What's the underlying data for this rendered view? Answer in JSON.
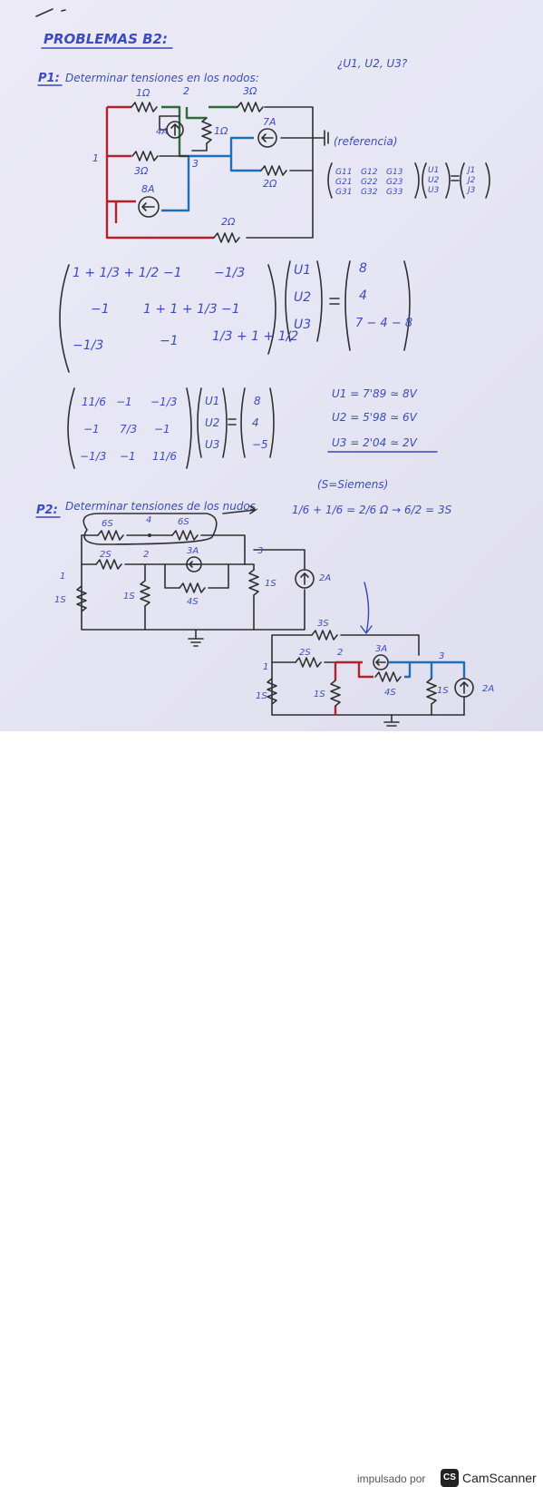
{
  "header": {
    "title": "PROBLEMAS B2:"
  },
  "p1": {
    "label": "P1:",
    "statement": "Determinar tensiones en los nodos:",
    "unknowns": "¿U1, U2, U3?",
    "nodes": {
      "n1": "1",
      "n2": "2",
      "n3": "3"
    },
    "components": {
      "r_1_2": "1Ω",
      "r_2_right": "3Ω",
      "src_4a": "4A",
      "r_2_3": "1Ω",
      "src_7a": "7A",
      "r_1_3": "3Ω",
      "r_3_right": "2Ω",
      "src_8a": "8A",
      "r_bottom": "2Ω"
    },
    "reference": "(referencia)",
    "generic_matrix": {
      "g": [
        "G11",
        "G12",
        "G13",
        "G21",
        "G22",
        "G23",
        "G31",
        "G32",
        "G33"
      ],
      "u": [
        "U1",
        "U2",
        "U3"
      ],
      "j": [
        "J1",
        "J2",
        "J3"
      ]
    },
    "matrix_a": {
      "cells": [
        "1 + 1/3 + 1/2",
        "−1",
        "−1/3",
        "−1",
        "1 + 1 + 1/3",
        "−1",
        "−1/3",
        "−1",
        "1/3 + 1 + 1/2"
      ],
      "vector": [
        "U1",
        "U2",
        "U3"
      ],
      "rhs": [
        "8",
        "4",
        "7 − 4 − 8"
      ]
    },
    "matrix_b": {
      "cells": [
        "11/6",
        "−1",
        "−1/3",
        "−1",
        "7/3",
        "−1",
        "−1/3",
        "−1",
        "11/6"
      ],
      "vector": [
        "U1",
        "U2",
        "U3"
      ],
      "rhs": [
        "8",
        "4",
        "−5"
      ]
    },
    "results": [
      "U1 = 7'89 ≃ 8V",
      "U2 = 5'98 ≃ 6V",
      "U3 = 2'04 ≃ 2V"
    ]
  },
  "p2": {
    "label": "P2:",
    "statement": "Determinar tensiones de los nudos.",
    "siemens": "(S=Siemens)",
    "equation": "1/6 + 1/6 = 2/6 Ω → 6/2 = 3S",
    "circuit_a": {
      "top_left": "6S",
      "node4": "4",
      "top_right": "6S",
      "r_1_2": "2S",
      "node2": "2",
      "src_3a": "3A",
      "node3": "3",
      "node1": "1",
      "r_1_gnd": "1S",
      "r_2_gnd": "1S",
      "r_inner": "4S",
      "r_3_gnd": "1S",
      "src_2a": "2A"
    },
    "circuit_b": {
      "top": "3S",
      "node1": "1",
      "r_1_2": "2S",
      "node2": "2",
      "src_3a": "3A",
      "node3": "3",
      "r_1_gnd": "1S",
      "r_2_gnd": "1S",
      "r_inner": "4S",
      "r_3_gnd": "1S",
      "src_2a": "2A"
    }
  },
  "footer": {
    "powered_by": "impulsado por",
    "app_name": "CamScanner",
    "logo_text": "CS"
  }
}
